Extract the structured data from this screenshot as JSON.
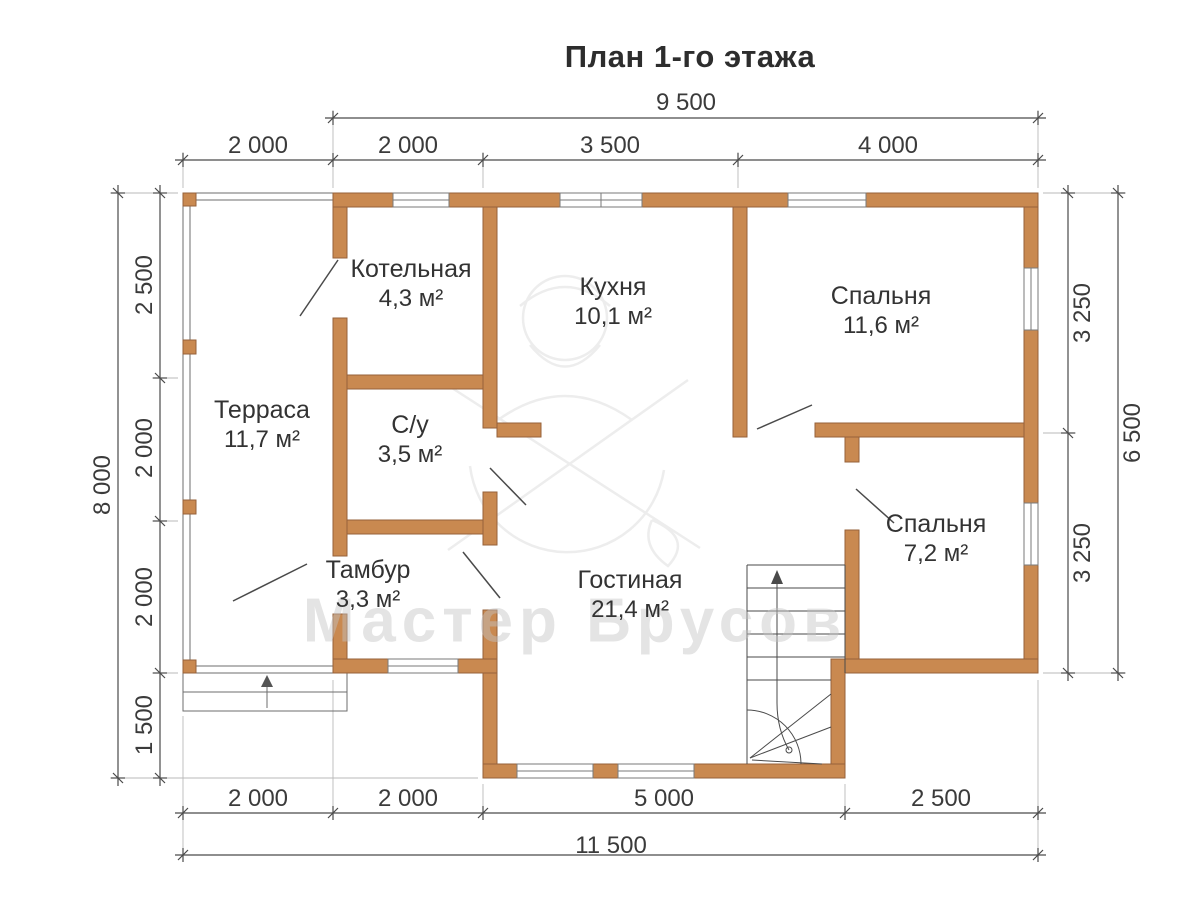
{
  "title": "План 1-го этажа",
  "watermark": "Мастер Брусов",
  "rooms": [
    {
      "name": "Котельная",
      "area": "4,3 м²"
    },
    {
      "name": "Кухня",
      "area": "10,1 м²"
    },
    {
      "name": "Спальня",
      "area": "11,6 м²"
    },
    {
      "name": "Терраса",
      "area": "11,7 м²"
    },
    {
      "name": "С/у",
      "area": "3,5 м²"
    },
    {
      "name": "Спальня",
      "area": "7,2 м²"
    },
    {
      "name": "Тамбур",
      "area": "3,3 м²"
    },
    {
      "name": "Гостиная",
      "area": "21,4 м²"
    }
  ],
  "dimensions": {
    "top_total": "9 500",
    "top_segments": [
      "2 000",
      "2 000",
      "3 500",
      "4 000"
    ],
    "left_total": "8 000",
    "left_segments": [
      "2 500",
      "2 000",
      "2 000",
      "1 500"
    ],
    "right_total": "6 500",
    "right_segments": [
      "3 250",
      "3 250"
    ],
    "bottom_total": "11 500",
    "bottom_segments": [
      "2 000",
      "2 000",
      "5 000",
      "2 500"
    ]
  },
  "colors": {
    "wall_fill": "#c98950",
    "wall_stroke": "#96613a",
    "dim_line": "#4a4a4a",
    "text": "#333333"
  }
}
